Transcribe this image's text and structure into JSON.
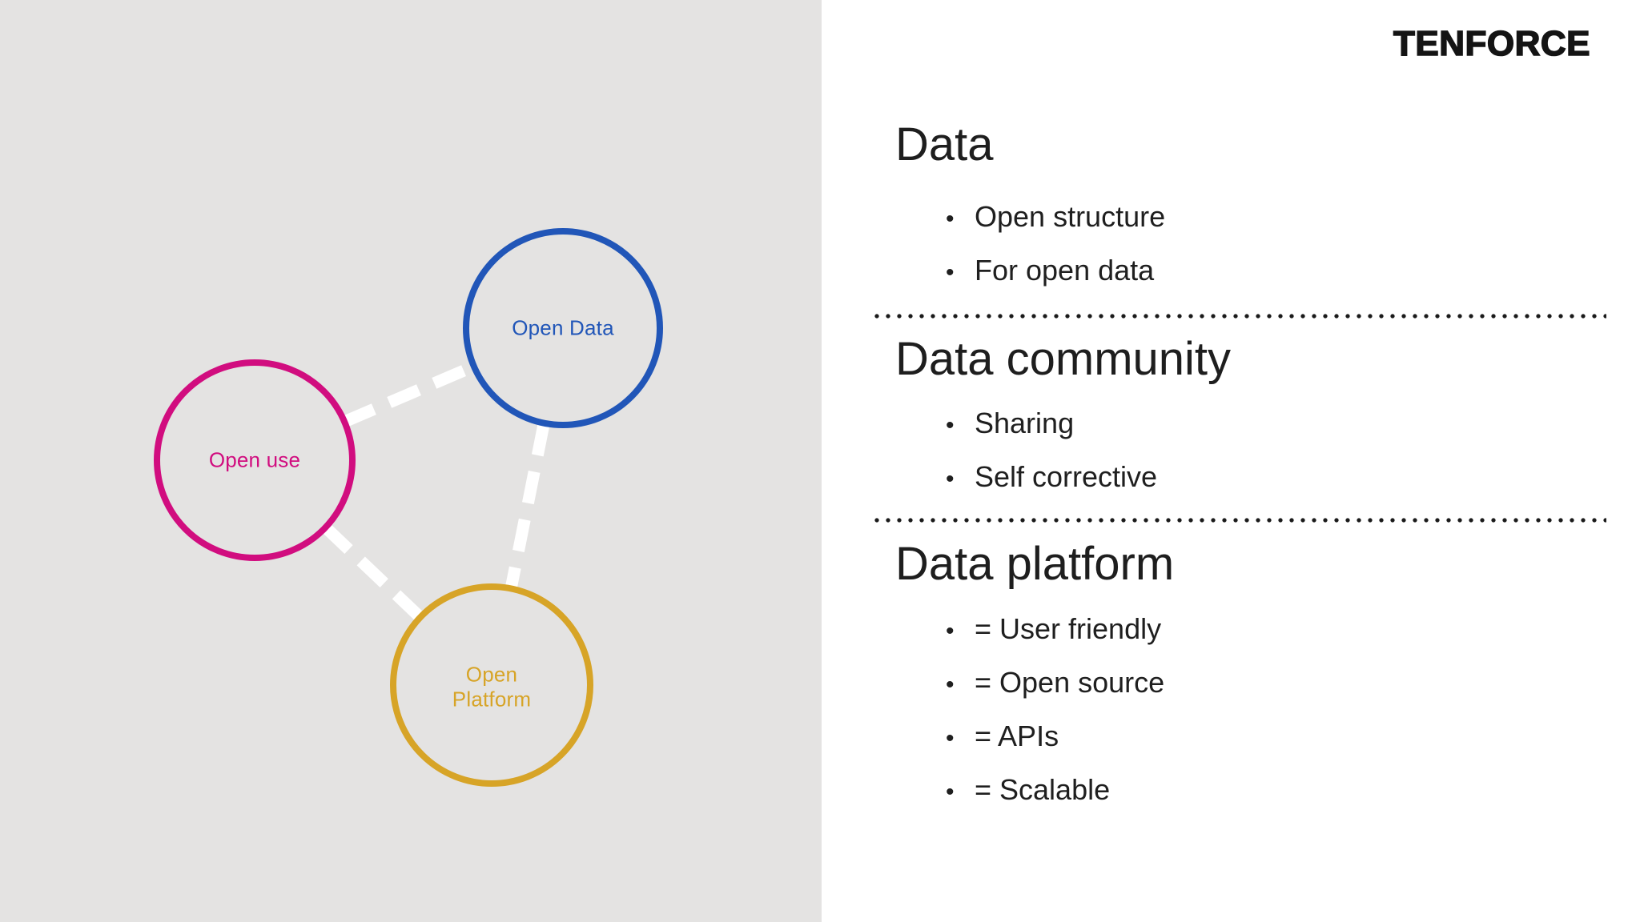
{
  "brand": {
    "logo_text": "TENFORCE"
  },
  "ui": {
    "bullet_glyph": "•"
  },
  "colors": {
    "panel_gray": "#e4e3e2",
    "node_blue": "#2156b8",
    "node_pink": "#d10d7f",
    "node_yellow": "#d7a427",
    "connector_white": "#ffffff",
    "text_black": "#1e1e1e"
  },
  "diagram": {
    "nodes": [
      {
        "id": "open-data",
        "label": "Open Data",
        "color": "#2156b8"
      },
      {
        "id": "open-use",
        "label": "Open use",
        "color": "#d10d7f"
      },
      {
        "id": "open-platform",
        "label": "Open Platform",
        "color": "#d7a427"
      }
    ],
    "edges": [
      {
        "from": "open-use",
        "to": "open-data"
      },
      {
        "from": "open-data",
        "to": "open-platform"
      },
      {
        "from": "open-use",
        "to": "open-platform"
      }
    ]
  },
  "sections": [
    {
      "title": "Data",
      "items": [
        "Open structure",
        "For open data"
      ]
    },
    {
      "title": "Data community",
      "items": [
        "Sharing",
        "Self corrective"
      ]
    },
    {
      "title": "Data platform",
      "items": [
        "= User friendly",
        "= Open source",
        "= APIs",
        "= Scalable"
      ]
    }
  ]
}
